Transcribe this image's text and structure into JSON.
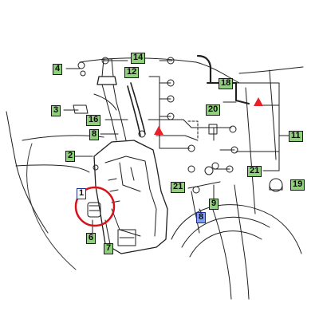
{
  "diagram": {
    "callouts": [
      {
        "id": "c14",
        "label": "14",
        "kind": "green"
      },
      {
        "id": "c12",
        "label": "12",
        "kind": "green"
      },
      {
        "id": "c4",
        "label": "4",
        "kind": "green"
      },
      {
        "id": "c18",
        "label": "18",
        "kind": "green"
      },
      {
        "id": "c3",
        "label": "3",
        "kind": "green"
      },
      {
        "id": "c16",
        "label": "16",
        "kind": "green"
      },
      {
        "id": "c20",
        "label": "20",
        "kind": "green"
      },
      {
        "id": "c8a",
        "label": "8",
        "kind": "green"
      },
      {
        "id": "c11",
        "label": "11",
        "kind": "green"
      },
      {
        "id": "c2",
        "label": "2",
        "kind": "green"
      },
      {
        "id": "c21a",
        "label": "21",
        "kind": "green"
      },
      {
        "id": "c21b",
        "label": "21",
        "kind": "green"
      },
      {
        "id": "c19",
        "label": "19",
        "kind": "green"
      },
      {
        "id": "c1",
        "label": "1",
        "kind": "blue"
      },
      {
        "id": "c9",
        "label": "9",
        "kind": "green"
      },
      {
        "id": "c8b",
        "label": "8",
        "kind": "blue"
      },
      {
        "id": "c6",
        "label": "6",
        "kind": "green"
      },
      {
        "id": "c7",
        "label": "7",
        "kind": "green"
      }
    ],
    "warning_triangle_color": "#e8202a",
    "highlight_circle_color": "#d8121b",
    "green_callout_color": "#8fd07a",
    "blue_callout_color": "#7f9ef2"
  }
}
